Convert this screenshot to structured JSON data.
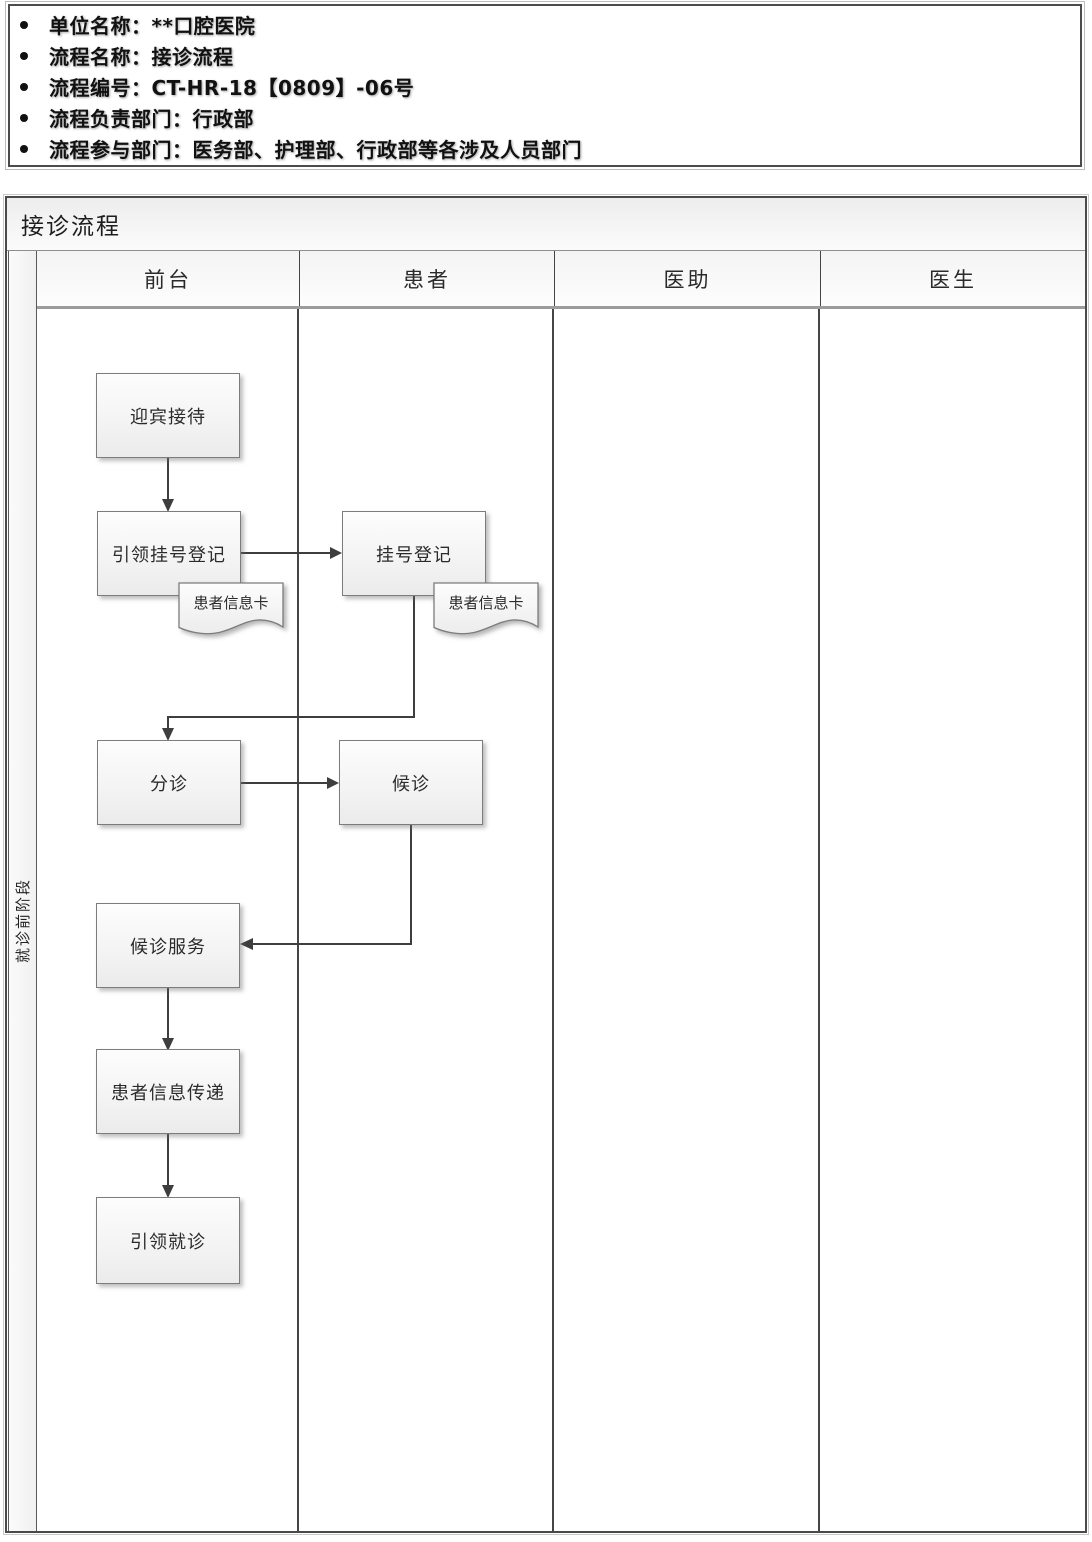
{
  "header_info": {
    "items": [
      "单位名称：**口腔医院",
      "流程名称：接诊流程",
      "流程编号：CT-HR-18【0809】-06号",
      "流程负责部门：行政部",
      "流程参与部门：医务部、护理部、行政部等各涉及人员部门"
    ]
  },
  "flowchart": {
    "title": "接诊流程",
    "phase_label": "就诊前阶段",
    "lanes": [
      {
        "label": "前台"
      },
      {
        "label": "患者"
      },
      {
        "label": "医助"
      },
      {
        "label": "医生"
      }
    ],
    "nodes": [
      {
        "id": "welcome",
        "label": "迎宾接待",
        "type": "process",
        "lane": "前台"
      },
      {
        "id": "guide-registration",
        "label": "引领挂号登记",
        "type": "process",
        "lane": "前台"
      },
      {
        "id": "patient-info-card-front-desk",
        "label": "患者信息卡",
        "type": "document",
        "lane": "前台"
      },
      {
        "id": "registration",
        "label": "挂号登记",
        "type": "process",
        "lane": "患者"
      },
      {
        "id": "patient-info-card-patient",
        "label": "患者信息卡",
        "type": "document",
        "lane": "患者"
      },
      {
        "id": "triage",
        "label": "分诊",
        "type": "process",
        "lane": "前台"
      },
      {
        "id": "waiting",
        "label": "候诊",
        "type": "process",
        "lane": "患者"
      },
      {
        "id": "waiting-service",
        "label": "候诊服务",
        "type": "process",
        "lane": "前台"
      },
      {
        "id": "patient-info-transfer",
        "label": "患者信息传递",
        "type": "process",
        "lane": "前台"
      },
      {
        "id": "guide-to-visit",
        "label": "引领就诊",
        "type": "process",
        "lane": "前台"
      }
    ],
    "edges": [
      {
        "from": "welcome",
        "to": "guide-registration"
      },
      {
        "from": "guide-registration",
        "to": "registration"
      },
      {
        "from": "registration",
        "to": "triage"
      },
      {
        "from": "triage",
        "to": "waiting"
      },
      {
        "from": "waiting",
        "to": "waiting-service"
      },
      {
        "from": "waiting-service",
        "to": "patient-info-transfer"
      },
      {
        "from": "patient-info-transfer",
        "to": "guide-to-visit"
      }
    ],
    "colors": {
      "connector_line": "#3e3e3e",
      "box_border": "#7c7c7c",
      "frame_border": "#4a4a4a"
    }
  }
}
